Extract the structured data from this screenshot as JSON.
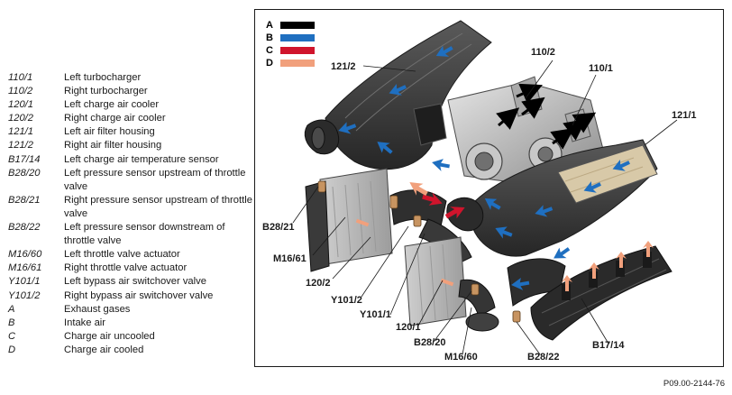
{
  "legend": [
    {
      "code": "110/1",
      "label": "Left turbocharger"
    },
    {
      "code": "110/2",
      "label": "Right turbocharger"
    },
    {
      "code": "120/1",
      "label": "Left charge air cooler"
    },
    {
      "code": "120/2",
      "label": "Right charge air cooler"
    },
    {
      "code": "121/1",
      "label": "Left air filter housing"
    },
    {
      "code": "121/2",
      "label": "Right air filter housing"
    },
    {
      "code": "B17/14",
      "label": "Left charge air temperature sensor"
    },
    {
      "code": "B28/20",
      "label": "Left pressure sensor upstream of throttle valve"
    },
    {
      "code": "B28/21",
      "label": "Right pressure sensor upstream of throttle valve"
    },
    {
      "code": "B28/22",
      "label": "Left pressure sensor downstream of throttle valve"
    },
    {
      "code": "M16/60",
      "label": "Left throttle valve actuator"
    },
    {
      "code": "M16/61",
      "label": "Right throttle valve actuator"
    },
    {
      "code": "Y101/1",
      "label": "Left bypass air switchover valve"
    },
    {
      "code": "Y101/2",
      "label": "Right bypass air switchover valve"
    },
    {
      "code": "A",
      "label": "Exhaust gases"
    },
    {
      "code": "B",
      "label": "Intake air"
    },
    {
      "code": "C",
      "label": "Charge air uncooled"
    },
    {
      "code": "D",
      "label": "Charge air cooled"
    }
  ],
  "flow_key": [
    {
      "letter": "A",
      "color": "#000000"
    },
    {
      "letter": "B",
      "color": "#1f6fc0"
    },
    {
      "letter": "C",
      "color": "#d0142c"
    },
    {
      "letter": "D",
      "color": "#f1a07c"
    }
  ],
  "callouts": {
    "c121_2": "121/2",
    "c110_2": "110/2",
    "c110_1": "110/1",
    "c121_1": "121/1",
    "cB28_21": "B28/21",
    "cM16_61": "M16/61",
    "c120_2": "120/2",
    "cY101_2": "Y101/2",
    "cY101_1": "Y101/1",
    "c120_1": "120/1",
    "cB28_20": "B28/20",
    "cM16_60": "M16/60",
    "cB28_22": "B28/22",
    "cB17_14": "B17/14"
  },
  "figure_id": "P09.00-2144-76",
  "colors": {
    "exhaust": "#000000",
    "intake": "#1f6fc0",
    "uncooled": "#d0142c",
    "cooled": "#f1a07c",
    "housing": "#3a3a3a",
    "metal": "#b8b8b8"
  }
}
